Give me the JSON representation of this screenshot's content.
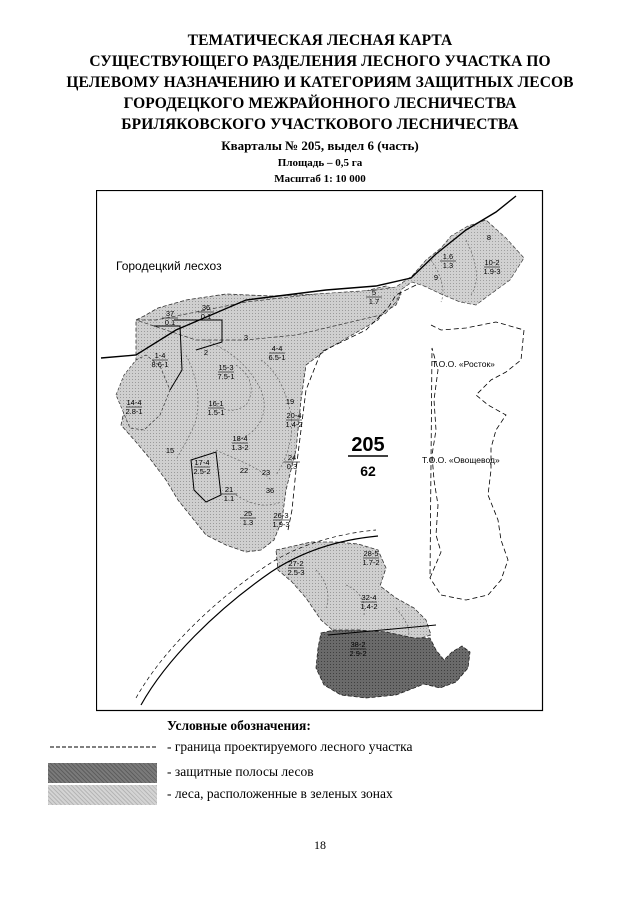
{
  "header": {
    "lines": [
      "ТЕМАТИЧЕСКАЯ ЛЕСНАЯ КАРТА",
      "СУЩЕСТВУЮЩЕГО РАЗДЕЛЕНИЯ ЛЕСНОГО УЧАСТКА ПО",
      "ЦЕЛЕВОМУ НАЗНАЧЕНИЮ И КАТЕГОРИЯМ ЗАЩИТНЫХ ЛЕСОВ",
      "ГОРОДЕЦКОГО МЕЖРАЙОННОГО ЛЕСНИЧЕСТВА",
      "БРИЛЯКОВСКОГО УЧАСТКОВОГО ЛЕСНИЧЕСТВА"
    ],
    "quarters": "Кварталы № 205, выдел 6 (часть)",
    "area": "Площадь – 0,5 га",
    "scale": "Масштаб 1: 10 000"
  },
  "map": {
    "region_labels": {
      "leskhoz": "Городецкий лесхоз",
      "rostok": "Т.О.О. «Росток»",
      "ovoschevod": "Т.О.О. «Овощевод»"
    },
    "quarter_number": "205",
    "quarter_area": "62",
    "plot_labels": {
      "p37": {
        "top": "37",
        "bottom": "0.1"
      },
      "p36": {
        "top": "36",
        "bottom": "0.1"
      },
      "p4": {
        "top": "4-4",
        "bottom": "6.5-1"
      },
      "p1": {
        "top": "1-4",
        "bottom": "8.6-1"
      },
      "p15a": {
        "top": "15-3",
        "bottom": "7.5-1"
      },
      "p14": {
        "top": "14-4",
        "bottom": "2.8-1"
      },
      "p16": {
        "top": "16-1",
        "bottom": "1.5-1"
      },
      "p18": {
        "top": "18-4",
        "bottom": "1.3-2"
      },
      "p20": {
        "top": "20-4",
        "bottom": "1.4-2"
      },
      "p17": {
        "top": "17-4",
        "bottom": "2.5-2"
      },
      "p24": {
        "top": "24",
        "bottom": "0.3"
      },
      "p25": {
        "top": "25",
        "bottom": "1.3"
      },
      "p26": {
        "top": "26-3",
        "bottom": "1.9-3"
      },
      "p21": {
        "top": "21",
        "bottom": "1.1"
      },
      "p10": {
        "top": "10-2",
        "bottom": "1.9-3"
      },
      "p7": {
        "top": "1.6",
        "bottom": "1.3"
      },
      "p5": {
        "top": "5",
        "bottom": "1.7"
      },
      "p27": {
        "top": "27-2",
        "bottom": "2.5-3"
      },
      "p28": {
        "top": "28-5",
        "bottom": "1.7-2"
      },
      "p32": {
        "top": "32-4",
        "bottom": "1.4-2"
      },
      "p38": {
        "top": "38-2",
        "bottom": "2.9-2"
      }
    },
    "plain_labels": {
      "n2": "2",
      "n3": "3",
      "n15": "15",
      "n19": "19",
      "n22": "22",
      "n23": "23",
      "n36": "36",
      "n9": "9",
      "n8": "8"
    }
  },
  "legend": {
    "heading": "Условные обозначения:",
    "items": [
      "- граница проектируемого лесного участка",
      "- защитные полосы лесов",
      "- леса, расположенные в зеленых зонах"
    ],
    "dark_color": "#6e6e6e",
    "light_color": "#c4c4c4"
  },
  "page_number": "18"
}
